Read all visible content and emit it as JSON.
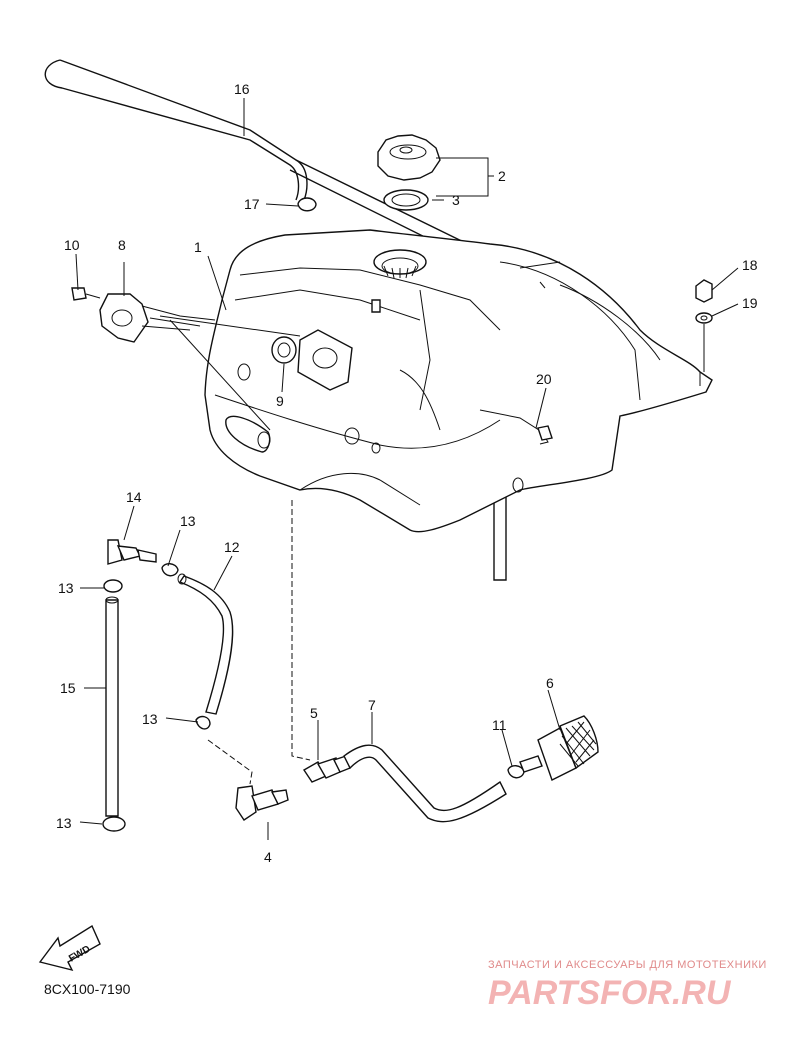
{
  "diagram_code": "8CX100-7190",
  "fwd_label": "FWD",
  "watermark": {
    "tagline": "ЗАПЧАСТИ И АКСЕССУАРЫ ДЛЯ МОТОТЕХНИКИ",
    "brand": "PARTSFOR.RU"
  },
  "callouts": {
    "c1": "1",
    "c2": "2",
    "c3": "3",
    "c4": "4",
    "c5": "5",
    "c6": "6",
    "c7": "7",
    "c8": "8",
    "c9": "9",
    "c10": "10",
    "c11": "11",
    "c12": "12",
    "c13a": "13",
    "c13b": "13",
    "c13c": "13",
    "c13d": "13",
    "c14": "14",
    "c15": "15",
    "c16": "16",
    "c17": "17",
    "c18": "18",
    "c19": "19",
    "c20": "20"
  },
  "colors": {
    "line": "#111111",
    "watermark": "#e08a8a"
  }
}
